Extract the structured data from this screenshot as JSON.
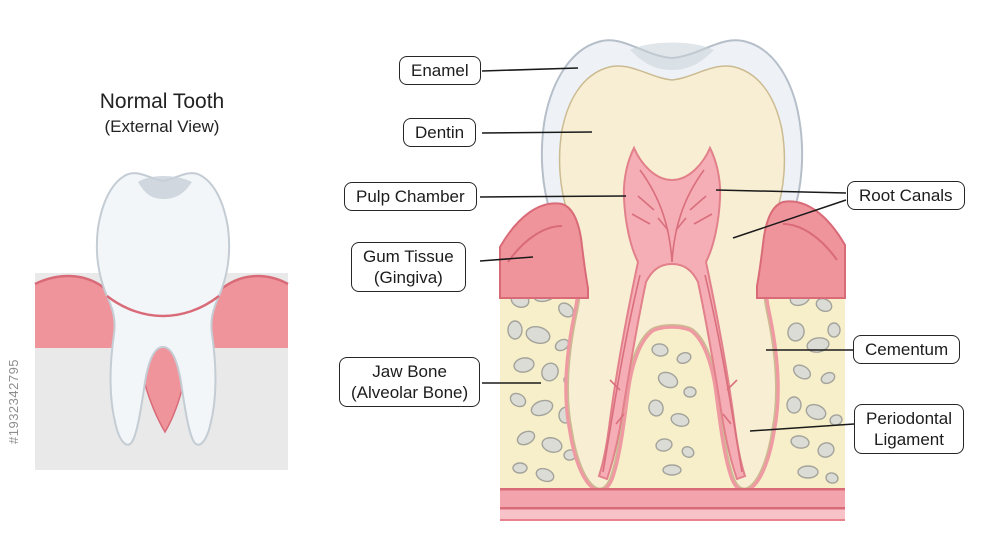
{
  "watermark": "#1932342795",
  "left_panel": {
    "title": "Normal Tooth",
    "subtitle": "(External View)"
  },
  "callouts": {
    "enamel": "Enamel",
    "dentin": "Dentin",
    "pulp_chamber": "Pulp Chamber",
    "gum_tissue": "Gum Tissue",
    "gum_tissue_sub": "(Gingiva)",
    "jaw_bone": "Jaw Bone",
    "jaw_bone_sub": "(Alveolar Bone)",
    "root_canals": "Root Canals",
    "cementum": "Cementum",
    "periodontal_1": "Periodontal",
    "periodontal_2": "Ligament"
  },
  "colors": {
    "enamel": "#eef2f7",
    "enamel_shade": "#c9d1d9",
    "dentin": "#f8eed3",
    "pulp": "#f6aeb6",
    "pulp_vessels": "#d96f7c",
    "gum": "#f0949c",
    "gum_dark": "#d96b78",
    "bone": "#f7efc9",
    "trabecular": "#dcdcd6",
    "ligament": "#ef9aa2",
    "label_border": "#262626",
    "background_panel": "#e9e9e9"
  }
}
